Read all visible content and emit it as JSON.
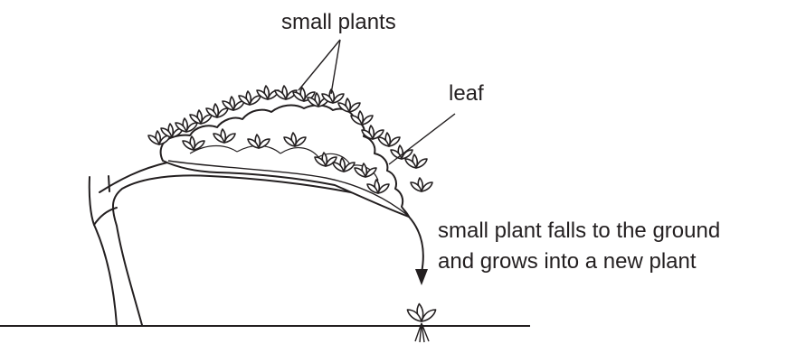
{
  "labels": {
    "small_plants": "small plants",
    "leaf": "leaf",
    "falls_line1": "small plant falls to the ground",
    "falls_line2": "and grows into a new plant"
  },
  "colors": {
    "ink": "#231f20",
    "background": "#ffffff"
  }
}
